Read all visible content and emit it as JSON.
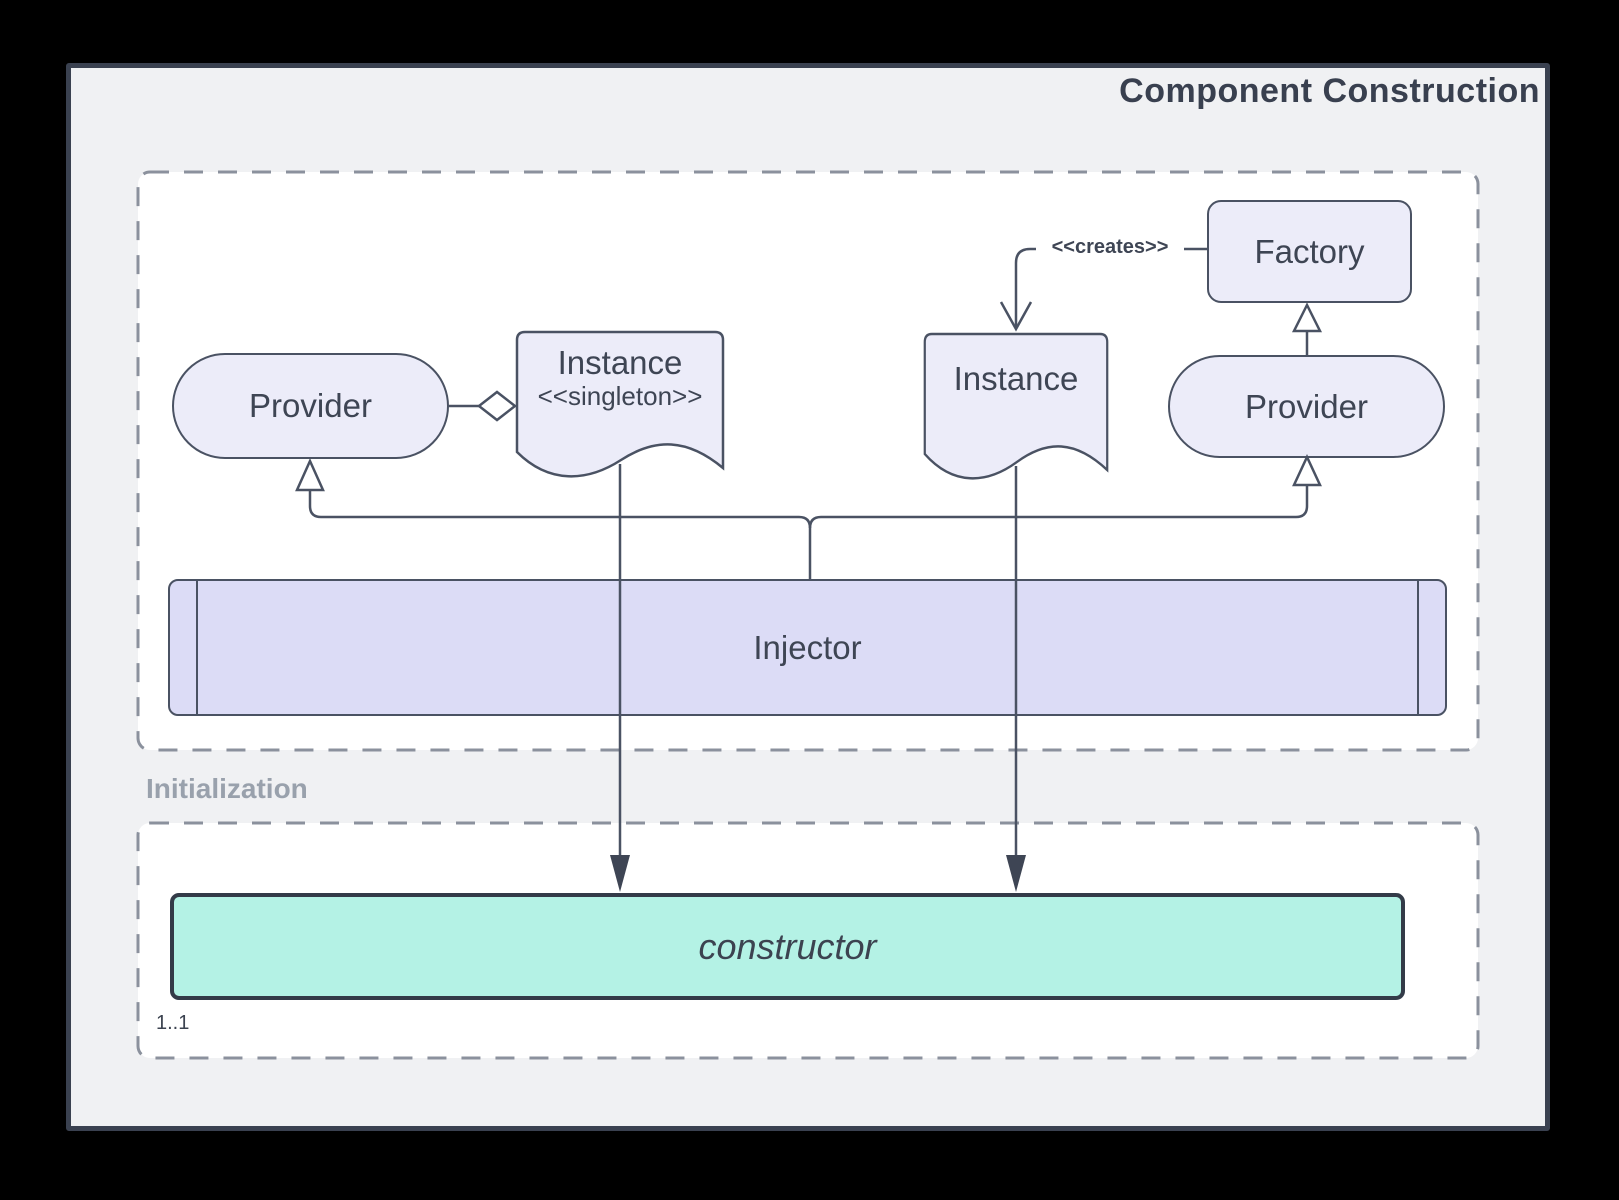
{
  "title": "Component Construction",
  "construction": {
    "factory_label": "Factory",
    "provider_left_label": "Provider",
    "provider_right_label": "Provider",
    "instance_singleton_label": "Instance",
    "instance_singleton_stereotype": "<<singleton>>",
    "instance_label": "Instance",
    "creates_label": "<<creates>>",
    "injector_label": "Injector"
  },
  "initialization": {
    "section_label": "Initialization",
    "constructor_label": "constructor",
    "multiplicity": "1..1"
  },
  "colors": {
    "canvas_background": "#000000",
    "panel_background": "#F0F1F3",
    "panel_border": "#3A4150",
    "container_background": "#FFFFFF",
    "container_dash": "#8B919D",
    "node_fill": "#ECECF9",
    "node_border": "#4A5263",
    "injector_fill": "#DCDCF6",
    "constructor_fill": "#B4F2E5",
    "constructor_border": "#333B48",
    "text": "#3E4554",
    "muted_label": "#99A1AC"
  }
}
